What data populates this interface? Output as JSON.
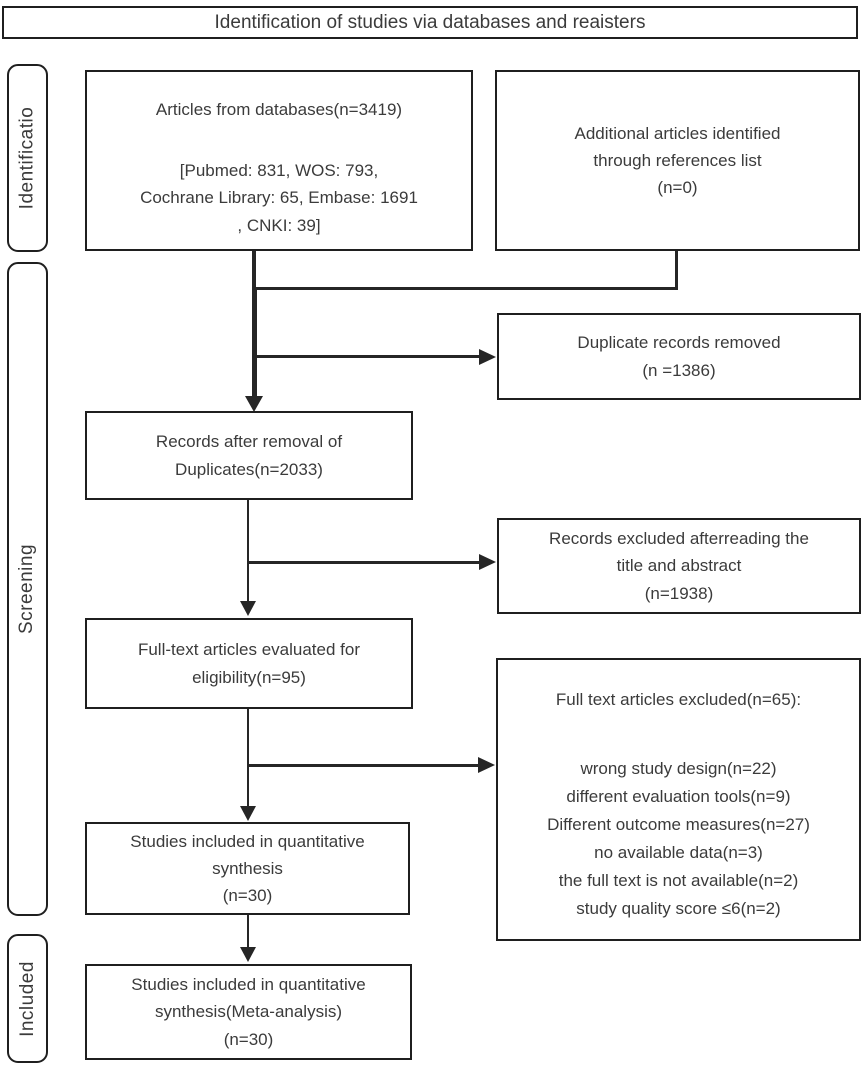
{
  "colors": {
    "border": "#1f1f1f",
    "line": "#262626",
    "text": "#3b3b3b",
    "background": "#ffffff"
  },
  "header": {
    "title": "Identification of studies via databases and reaisters"
  },
  "sidebar": {
    "stages": [
      {
        "label": "Identificatio"
      },
      {
        "label": "Screening"
      },
      {
        "label": "Included"
      }
    ]
  },
  "flow": {
    "databases": {
      "lines": [
        "Articles from databases(n=3419)",
        "[Pubmed: 831, WOS: 793,",
        "Cochrane Library: 65, Embase: 1691",
        ", CNKI: 39]"
      ]
    },
    "references": {
      "lines": [
        "Additional articles identified",
        "through references list",
        "(n=0)"
      ]
    },
    "duplicates_removed": {
      "lines": [
        "Duplicate records removed",
        "(n =1386)"
      ]
    },
    "after_duplicates": {
      "lines": [
        "Records after removal of",
        "Duplicates(n=2033)"
      ]
    },
    "excluded_title_abstract": {
      "lines": [
        "Records excluded afterreading the",
        "title and abstract",
        "(n=1938)"
      ]
    },
    "fulltext_evaluated": {
      "lines": [
        "Full-text articles evaluated for",
        "eligibility(n=95)"
      ]
    },
    "fulltext_excluded": {
      "heading": "Full text articles excluded(n=65):",
      "reasons": [
        "wrong study design(n=22)",
        "different evaluation tools(n=9)",
        "Different outcome measures(n=27)",
        "no available data(n=3)",
        "the full text is not available(n=2)",
        "study quality score ≤6(n=2)"
      ]
    },
    "quantitative_synthesis": {
      "lines": [
        "Studies included in quantitative",
        "synthesis",
        "(n=30)"
      ]
    },
    "meta_analysis": {
      "lines": [
        "Studies included in quantitative",
        "synthesis(Meta-analysis)",
        "(n=30)"
      ]
    }
  }
}
